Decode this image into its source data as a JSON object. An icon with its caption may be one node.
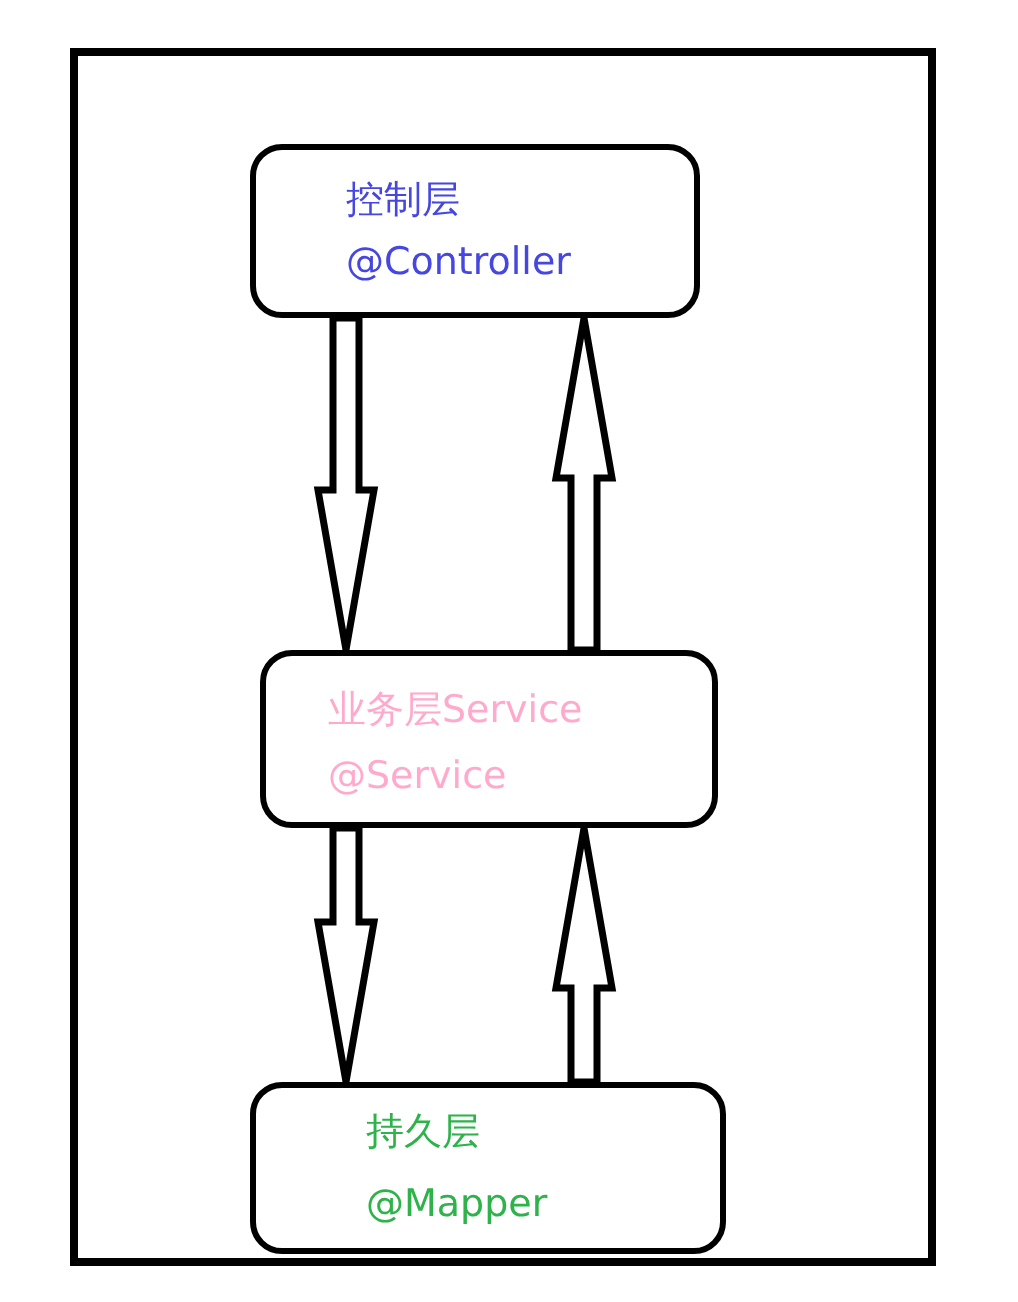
{
  "diagram": {
    "nodes": [
      {
        "text": [
          "控制层",
          "@Controller"
        ]
      },
      {
        "text": [
          "业务层Service",
          "@Service"
        ]
      },
      {
        "text": [
          "持久层",
          "@Mapper"
        ]
      }
    ],
    "edges": [
      {
        "from": 0,
        "to": 1,
        "arrow": "to"
      },
      {
        "from": 1,
        "to": 0,
        "arrow": "to"
      },
      {
        "from": 1,
        "to": 2,
        "arrow": "to"
      },
      {
        "from": 2,
        "to": 1,
        "arrow": "to"
      }
    ]
  }
}
